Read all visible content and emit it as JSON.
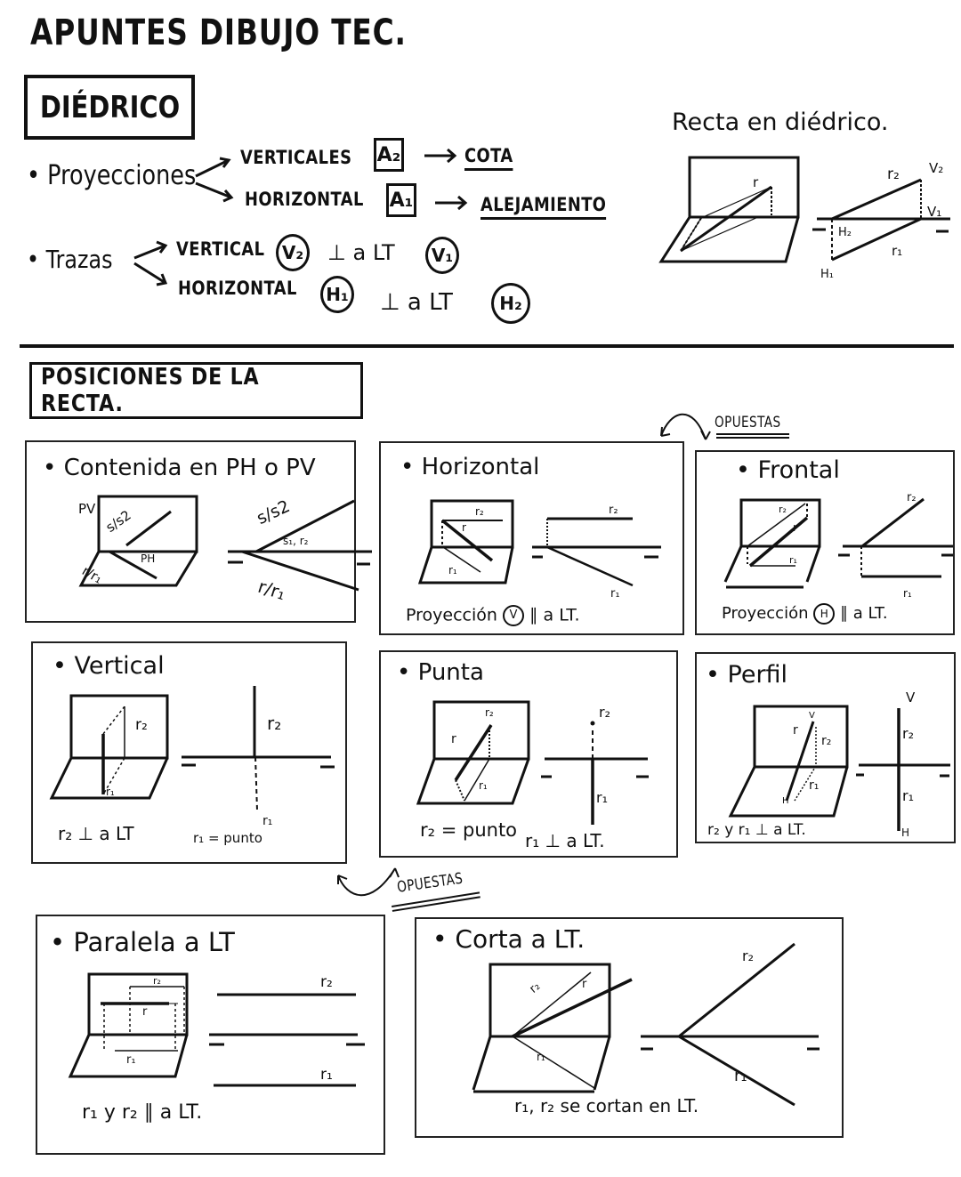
{
  "document": {
    "title": "APUNTES DIBUJO TEC.",
    "colors": {
      "ink": "#111111",
      "paper": "#ffffff"
    }
  },
  "diedrico": {
    "heading": "DIÉDRICO",
    "proyecciones": {
      "label": "• Proyecciones",
      "items": [
        {
          "label": "VERTICALES",
          "symbol": "A₂",
          "result": "COTA"
        },
        {
          "label": "HORIZONTAL",
          "symbol": "A₁",
          "result": "ALEJAMIENTO"
        }
      ]
    },
    "trazas": {
      "label": "• Trazas",
      "items": [
        {
          "label": "VERTICAL",
          "symbol": "V₂",
          "relation": "⊥ a LT",
          "other": "V₁"
        },
        {
          "label": "HORIZONTAL",
          "symbol": "H₁",
          "relation": "⊥ a LT",
          "other": "H₂"
        }
      ]
    },
    "recta_diagram": {
      "heading": "Recta en diédrico.",
      "labels": {
        "r": "r",
        "r2": "r₂",
        "r1": "r₁",
        "v2": "V₂",
        "v1": "V₁",
        "h2": "H₂",
        "h1": "H₁"
      }
    }
  },
  "posiciones": {
    "heading": "POSICIONES DE LA RECTA.",
    "opuestas_label": "OPUESTAS",
    "cards": [
      {
        "id": "contenida",
        "title": "• Contenida en PH o PV",
        "labels": {
          "pv": "PV",
          "ph": "PH",
          "s": "s/s2",
          "r": "r/r₁",
          "s_right": "s/s2",
          "s1r2": "s₁, r₂",
          "r_right": "r/r₁"
        }
      },
      {
        "id": "horizontal",
        "title": "• Horizontal",
        "note": "Proyección Ⓥ ∥ a LT.",
        "note_prefix": "Proyección",
        "note_circle": "V",
        "note_suffix": "∥ a LT.",
        "labels": {
          "r2": "r₂",
          "r": "r",
          "r1": "r₁"
        }
      },
      {
        "id": "frontal",
        "title": "• Frontal",
        "note_prefix": "Proyección",
        "note_circle": "H",
        "note_suffix": "∥ a LT.",
        "labels": {
          "r2": "r₂",
          "r": "r",
          "r1": "r₁"
        }
      },
      {
        "id": "vertical",
        "title": "• Vertical",
        "note_left": "r₂ ⊥ a LT",
        "note_right": "r₁ = punto",
        "labels": {
          "r2": "r₂",
          "r1": "r₁"
        }
      },
      {
        "id": "punta",
        "title": "• Punta",
        "note_left": "r₂ = punto",
        "note_right": "r₁ ⊥ a LT.",
        "labels": {
          "r2": "r₂",
          "r": "r",
          "r1": "r₁"
        }
      },
      {
        "id": "perfil",
        "title": "• Perfil",
        "note": "r₂ y r₁ ⊥ a LT.",
        "labels": {
          "v": "V",
          "h": "H",
          "r": "r",
          "r2": "r₂",
          "r1": "r₁"
        }
      },
      {
        "id": "paralela",
        "title": "• Paralela a LT",
        "note": "r₁ y r₂ ∥ a LT.",
        "labels": {
          "r2": "r₂",
          "r": "r",
          "r1": "r₁"
        }
      },
      {
        "id": "corta",
        "title": "• Corta a LT.",
        "note": "r₁, r₂ se cortan en LT.",
        "labels": {
          "r2": "r₂",
          "r": "r",
          "r1": "r₁"
        }
      }
    ]
  }
}
